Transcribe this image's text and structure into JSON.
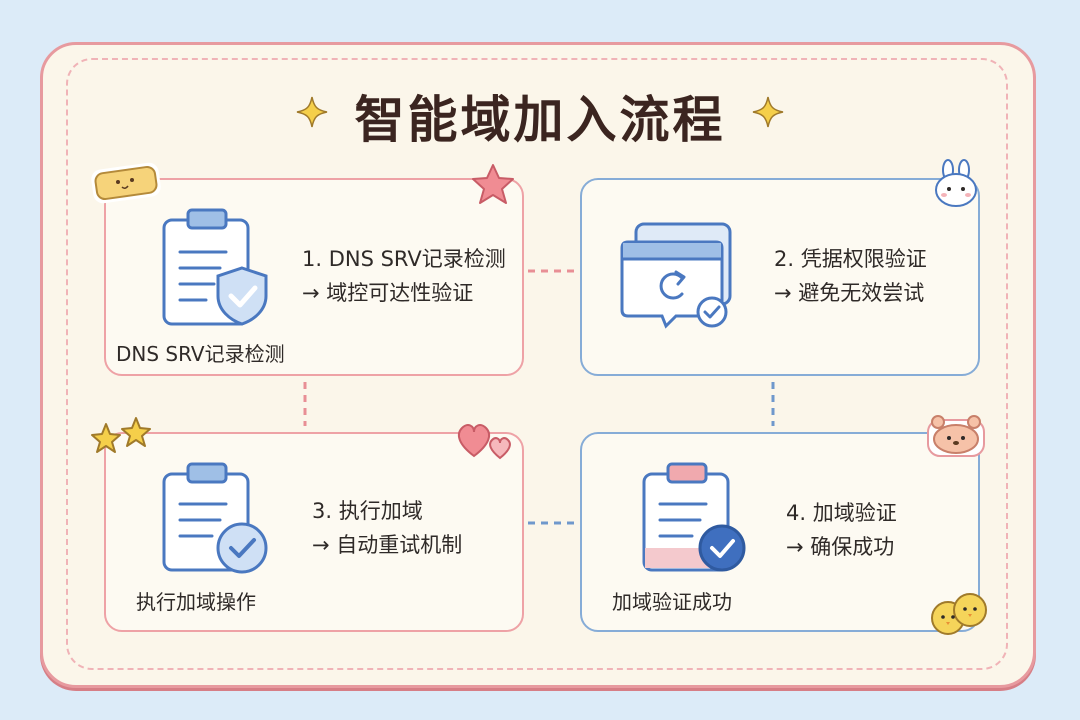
{
  "title": "智能域加入流程",
  "steps": [
    {
      "line1": "1. DNS SRV记录检测",
      "line2": "→ 域控可达性验证",
      "caption": "DNS SRV记录检测"
    },
    {
      "line1": "2. 凭据权限验证",
      "line2": "→ 避免无效尝试",
      "caption": ""
    },
    {
      "line1": "3. 执行加域",
      "line2": "→ 自动重试机制",
      "caption": "执行加域操作"
    },
    {
      "line1": "4. 加域验证",
      "line2": "→ 确保成功",
      "caption": "加域验证成功"
    }
  ],
  "colors": {
    "pink_border": "#eea2a6",
    "blue_border": "#86acd7",
    "icon_blue": "#4a78c0",
    "icon_fill": "#dfeaf7",
    "background": "#dcebf8",
    "paper": "#fbf6ea",
    "sparkle": "#f5cf4a"
  },
  "icons": {
    "step1": "clipboard-shield-check-icon",
    "step2": "refresh-window-check-icon",
    "step3": "clipboard-check-icon",
    "step4": "clipboard-check-icon"
  }
}
